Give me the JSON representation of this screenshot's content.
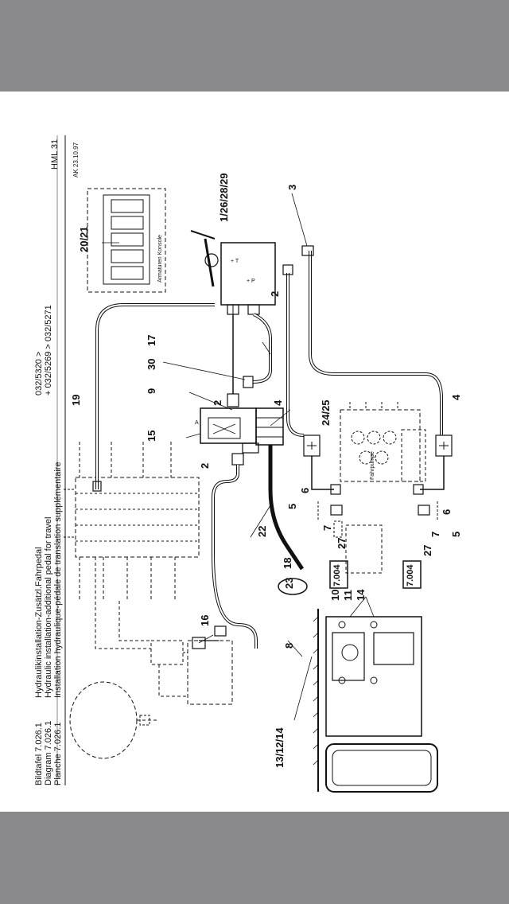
{
  "header": {
    "line1_key": "Bildtafel 7.026.1",
    "line1_text": "Hydraulikinstallation-Zusätzl.Fahrpedal",
    "line2_key": "Diagram 7.026.1",
    "line2_text": "Hydraulic installation-additional pedal for travel",
    "line3_key": "Planche 7.026.1",
    "line3_text": "Installation hydraulique-pédale de translation supplémentaire",
    "serial_1": "032/5320 >",
    "serial_2": "+ 032/5269 > 032/5271",
    "sheet_id": "HML 31",
    "date_code": "AK 23.10.97"
  },
  "labels": {
    "l1": "1/26/28/29",
    "l2a": "2",
    "l2b": "2",
    "l2c": "2",
    "l3": "3",
    "l4a": "4",
    "l4b": "4",
    "l5a": "5",
    "l5b": "5",
    "l6a": "6",
    "l6b": "6",
    "l7a": "7",
    "l7b": "7",
    "l8": "8",
    "l9": "9",
    "l10": "10",
    "l11": "11",
    "l14": "14",
    "l13": "13/12/14",
    "l15": "15",
    "l16": "16",
    "l17": "17",
    "l18": "18",
    "l19": "19",
    "l20": "20/21",
    "l22": "22",
    "l23": "23",
    "l24": "24/25",
    "l27a": "27",
    "l27b": "27",
    "l30": "30"
  },
  "boxes": {
    "ref_a": "7.004",
    "ref_b": "7.004"
  },
  "small_text": {
    "console": "Armaturen Konsole",
    "pump": "Fahrpumpe"
  }
}
